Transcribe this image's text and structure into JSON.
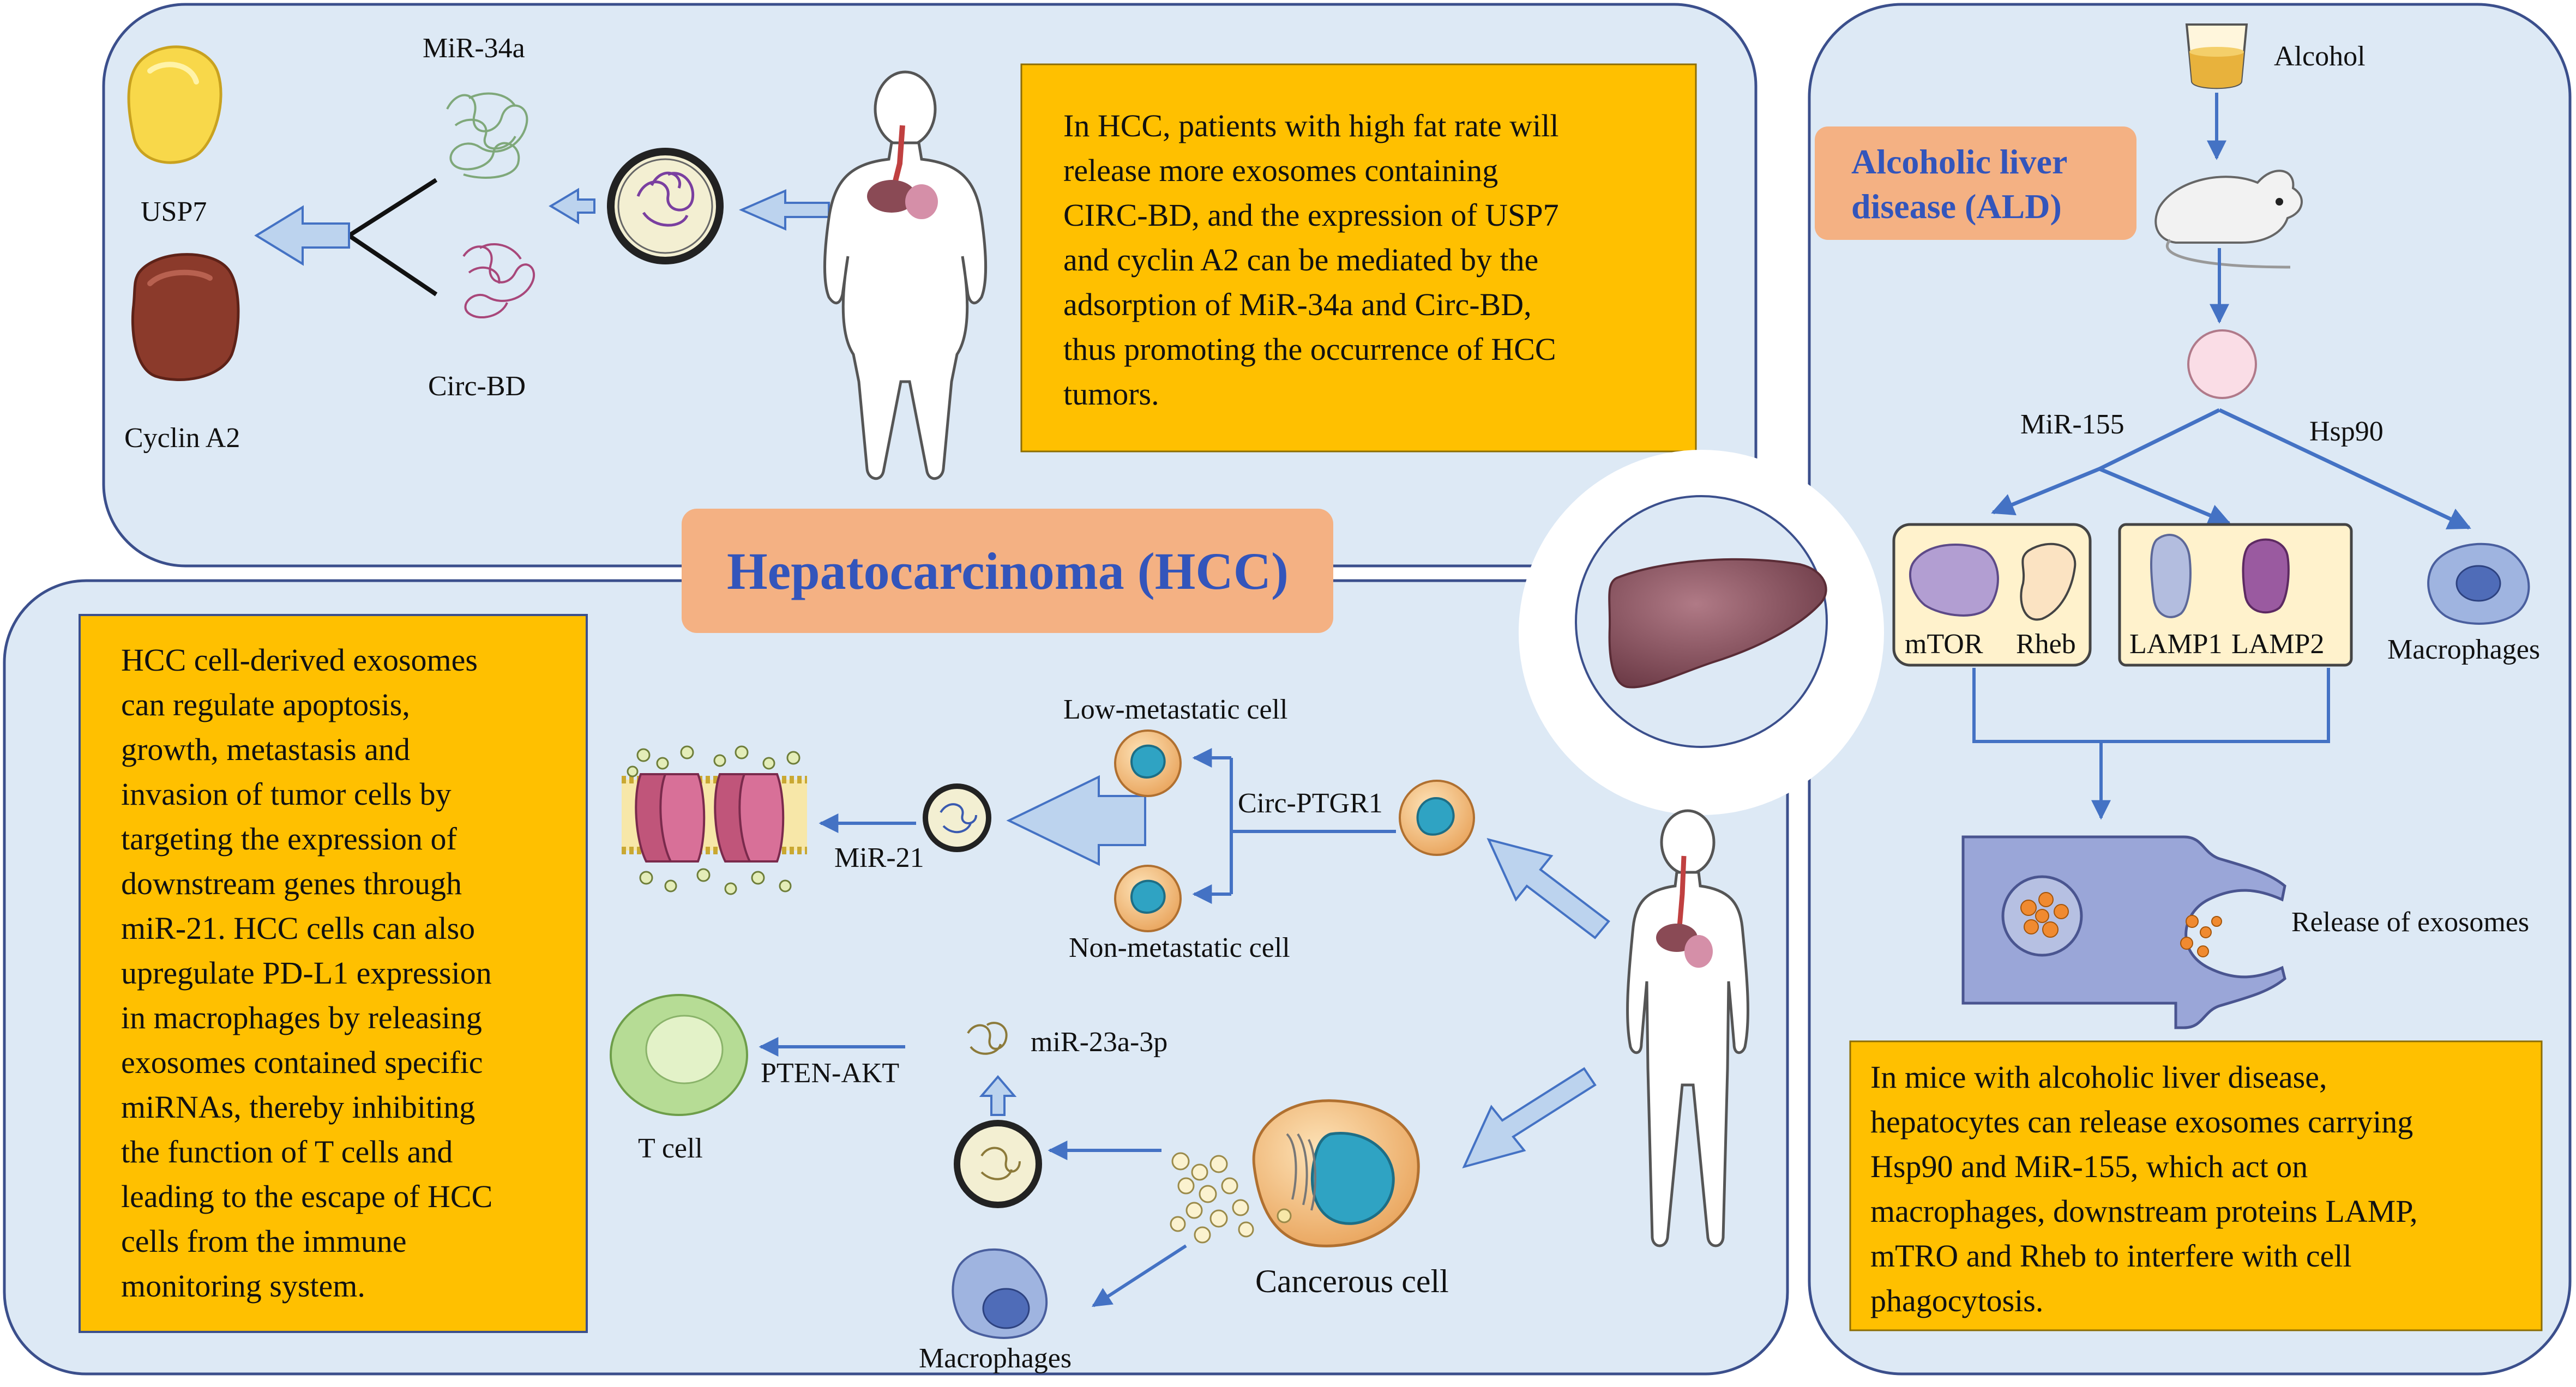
{
  "title": "Hepatocarcinoma (HCC)",
  "top_panel": {
    "text_lines": [
      "In HCC, patients with high fat rate will",
      "release more exosomes containing",
      "CIRC-BD, and the expression of USP7",
      "and cyclin A2 can be mediated by the",
      "adsorption of MiR-34a and Circ-BD,",
      "thus promoting the occurrence of HCC",
      "tumors."
    ],
    "labels": {
      "mir34a": "MiR-34a",
      "usp7": "USP7",
      "circbd": "Circ-BD",
      "cyclina2": "Cyclin A2"
    }
  },
  "bottom_panel": {
    "text_lines": [
      "HCC cell-derived exosomes",
      "can regulate apoptosis,",
      "growth, metastasis and",
      "invasion of tumor cells by",
      "targeting the expression of",
      "downstream genes through",
      "miR-21. HCC cells can also",
      "upregulate PD-L1 expression",
      "in macrophages by releasing",
      "exosomes contained specific",
      "miRNAs,   thereby inhibiting",
      "the function of T cells and",
      "leading to the escape of HCC",
      "cells from the immune",
      "monitoring system."
    ],
    "labels": {
      "low_metastatic": "Low-metastatic cell",
      "non_metastatic": "Non-metastatic cell",
      "circ_ptgr1": "Circ-PTGR1",
      "mir21": "MiR-21",
      "mir23a": "miR-23a-3p",
      "pten_akt": "PTEN-AKT",
      "t_cell": "T cell",
      "cancerous_cell": "Cancerous cell",
      "macrophages": "Macrophages"
    }
  },
  "right_panel": {
    "alcohol": "Alcohol",
    "ald_lines": [
      "Alcoholic liver",
      "disease (ALD)"
    ],
    "mir155": "MiR-155",
    "hsp90": "Hsp90",
    "mtor": "mTOR",
    "rheb": "Rheb",
    "lamp1": "LAMP1",
    "lamp2": "LAMP2",
    "macrophages": "Macrophages",
    "release": "Release of exosomes",
    "text_lines": [
      "In mice with alcoholic liver disease,",
      "hepatocytes can release exosomes carrying",
      "Hsp90 and MiR-155, which act on",
      "macrophages, downstream proteins LAMP,",
      "mTRO and Rheb to interfere with cell",
      "phagocytosis."
    ]
  },
  "colors": {
    "panel_fill": "#dde9f5",
    "panel_border": "#3b4f8c",
    "yellow_box": "#ffc000",
    "orange_box": "#f4b183",
    "arrow": "#4472c4",
    "title_text": "#3355bb"
  }
}
